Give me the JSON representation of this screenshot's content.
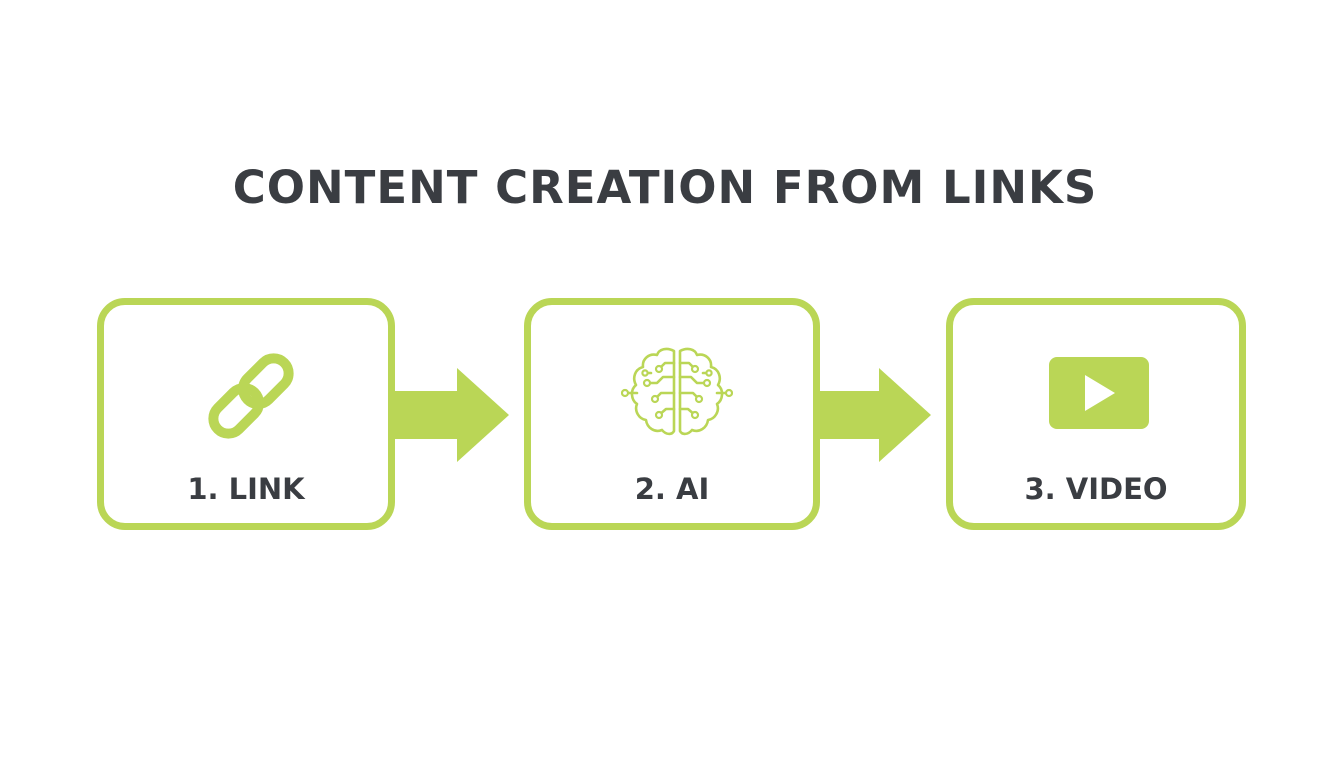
{
  "title": "CONTENT CREATION FROM LINKS",
  "colors": {
    "accent": "#bad656",
    "text": "#3a3d42",
    "background": "#ffffff"
  },
  "steps": [
    {
      "label": "1. LINK",
      "icon": "chain-link-icon"
    },
    {
      "label": "2. AI",
      "icon": "brain-circuit-icon"
    },
    {
      "label": "3. VIDEO",
      "icon": "video-play-icon"
    }
  ],
  "connectors": [
    "arrow-right-icon",
    "arrow-right-icon"
  ]
}
